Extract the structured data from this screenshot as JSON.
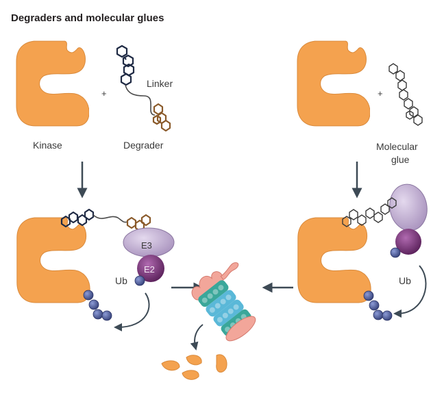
{
  "title": "Degraders and molecular glues",
  "labels": {
    "kinase": "Kinase",
    "degrader": "Degrader",
    "linker": "Linker",
    "molecular_glue_line1": "Molecular",
    "molecular_glue_line2": "glue",
    "plus": "+",
    "e3": "E3",
    "e2": "E2",
    "ub_left": "Ub",
    "ub_right": "Ub"
  },
  "colors": {
    "kinase": "#f4a24f",
    "kinase_stroke": "#c97a2e",
    "degrader_navy": "#1f2a44",
    "degrader_brown": "#8a5a2a",
    "e3": "#c7b6d6",
    "e2": "#7a3a7a",
    "ubiquitin": "#5a6aa8",
    "arrow": "#3d4a55",
    "proteasome_teal": "#3aa79a",
    "proteasome_pink": "#f2a69a"
  }
}
